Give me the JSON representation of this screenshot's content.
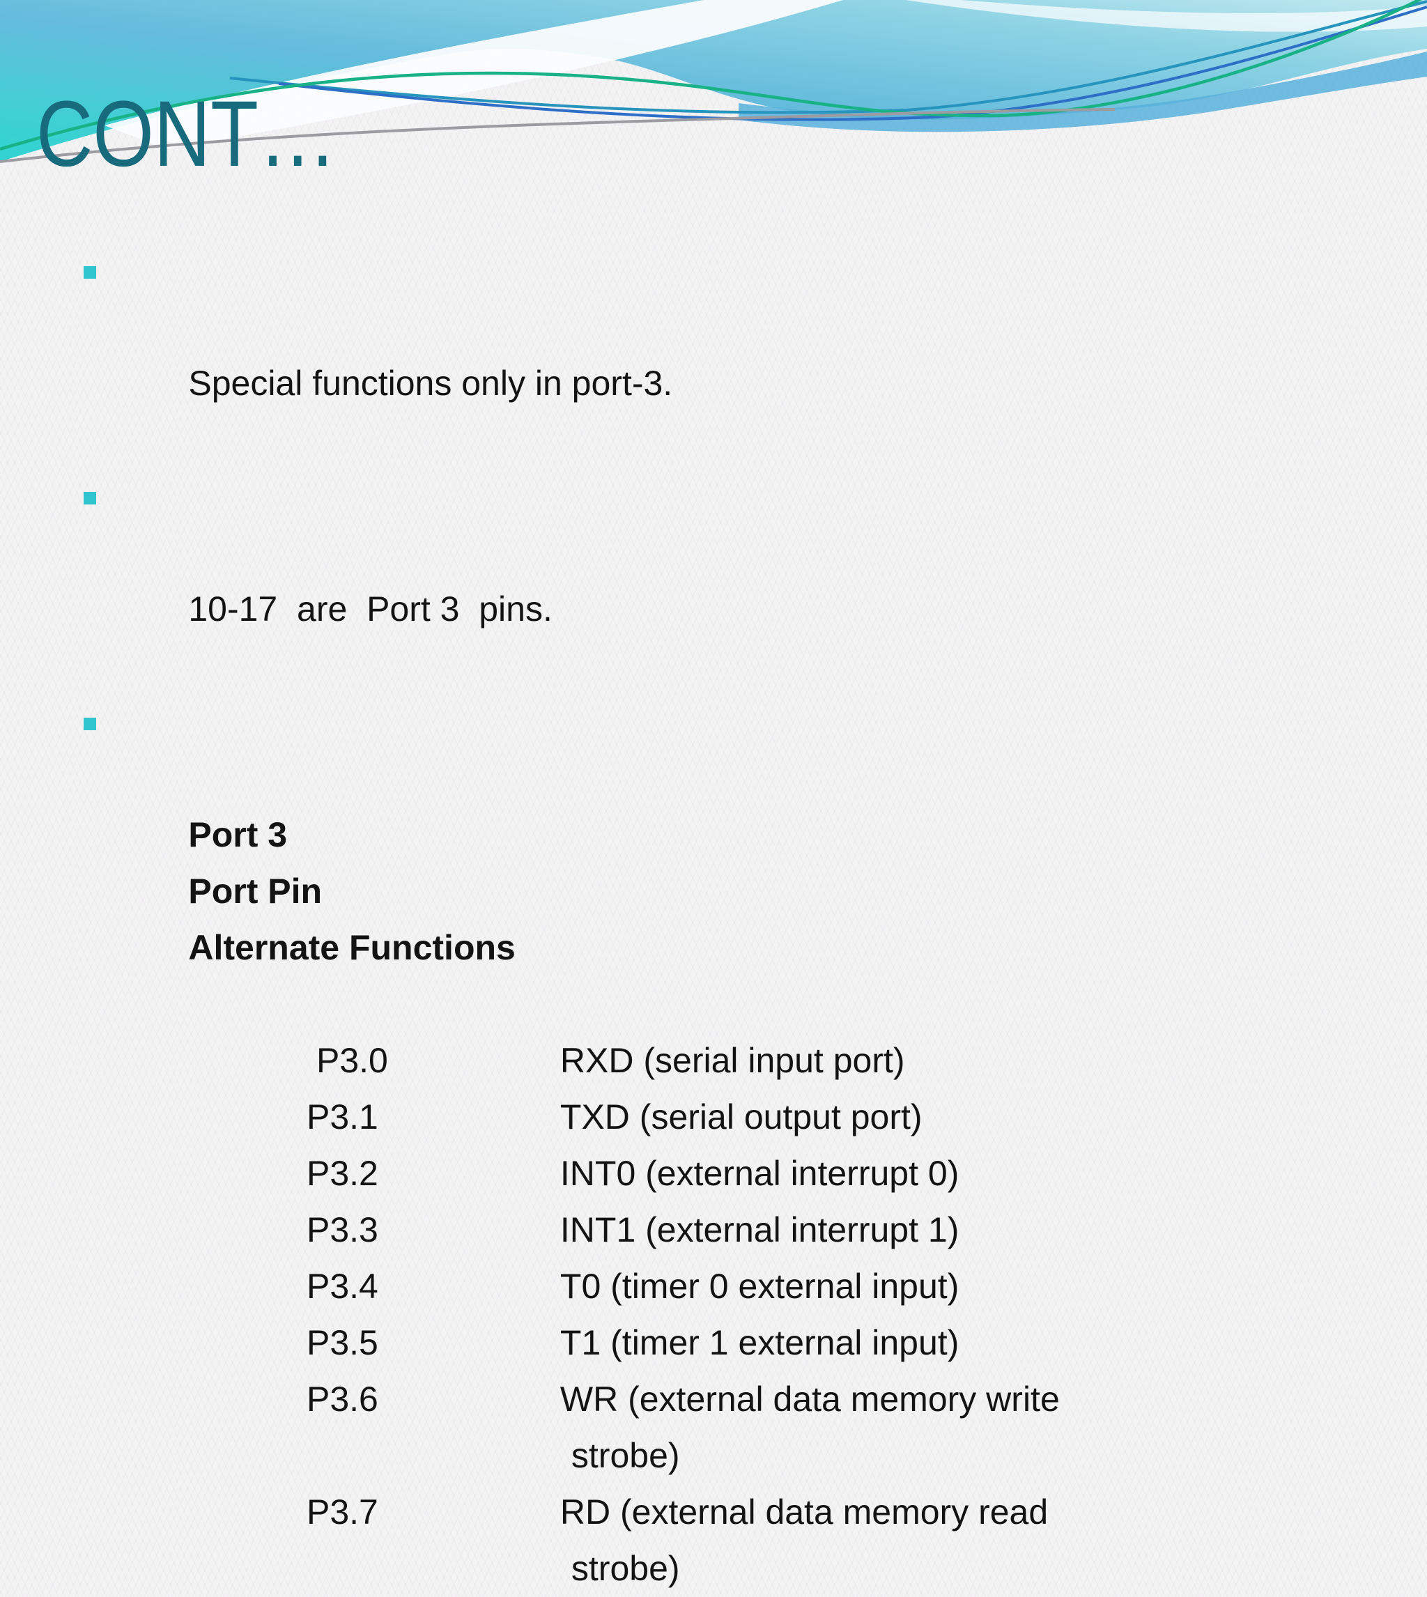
{
  "title": "CONT…",
  "bullets": [
    {
      "text": "Special functions only in port-3."
    },
    {
      "text": "10-17  are  Port 3  pins."
    }
  ],
  "table_header": {
    "col1": "Port 3",
    "col2": "Port Pin",
    "col3": "Alternate Functions"
  },
  "pins": {
    "rows": [
      {
        "pin": "P3.0",
        "func": [
          "RXD (serial input port)"
        ]
      },
      {
        "pin": "P3.1",
        "func": [
          "TXD (serial output port)"
        ]
      },
      {
        "pin": "P3.2",
        "func": [
          "INT0 (external interrupt 0)"
        ]
      },
      {
        "pin": "P3.3",
        "func": [
          "INT1 (external interrupt 1)"
        ]
      },
      {
        "pin": "P3.4",
        "func": [
          "T0 (timer 0 external input)"
        ]
      },
      {
        "pin": "P3.5",
        "func": [
          "T1 (timer 1 external input)"
        ]
      },
      {
        "pin": "P3.6",
        "func": [
          "WR (external data memory write",
          "strobe)"
        ]
      },
      {
        "pin": "P3.7",
        "func": [
          "RD (external data memory read",
          "strobe)"
        ]
      }
    ]
  },
  "colors": {
    "title": "#186a7d",
    "bullet_square": "#30c5ce",
    "body_text": "#131313",
    "sky_turquoise": "#34d1d3",
    "sky_blue": "#64bbdc",
    "sky_pale": "#c2e9f0",
    "band_blue": "#58b0dc",
    "line_green": "#18b286",
    "line_gray": "#9b9ba1",
    "line_royal_blue": "#2d6ec6",
    "line_teal_blue": "#2794bd"
  }
}
